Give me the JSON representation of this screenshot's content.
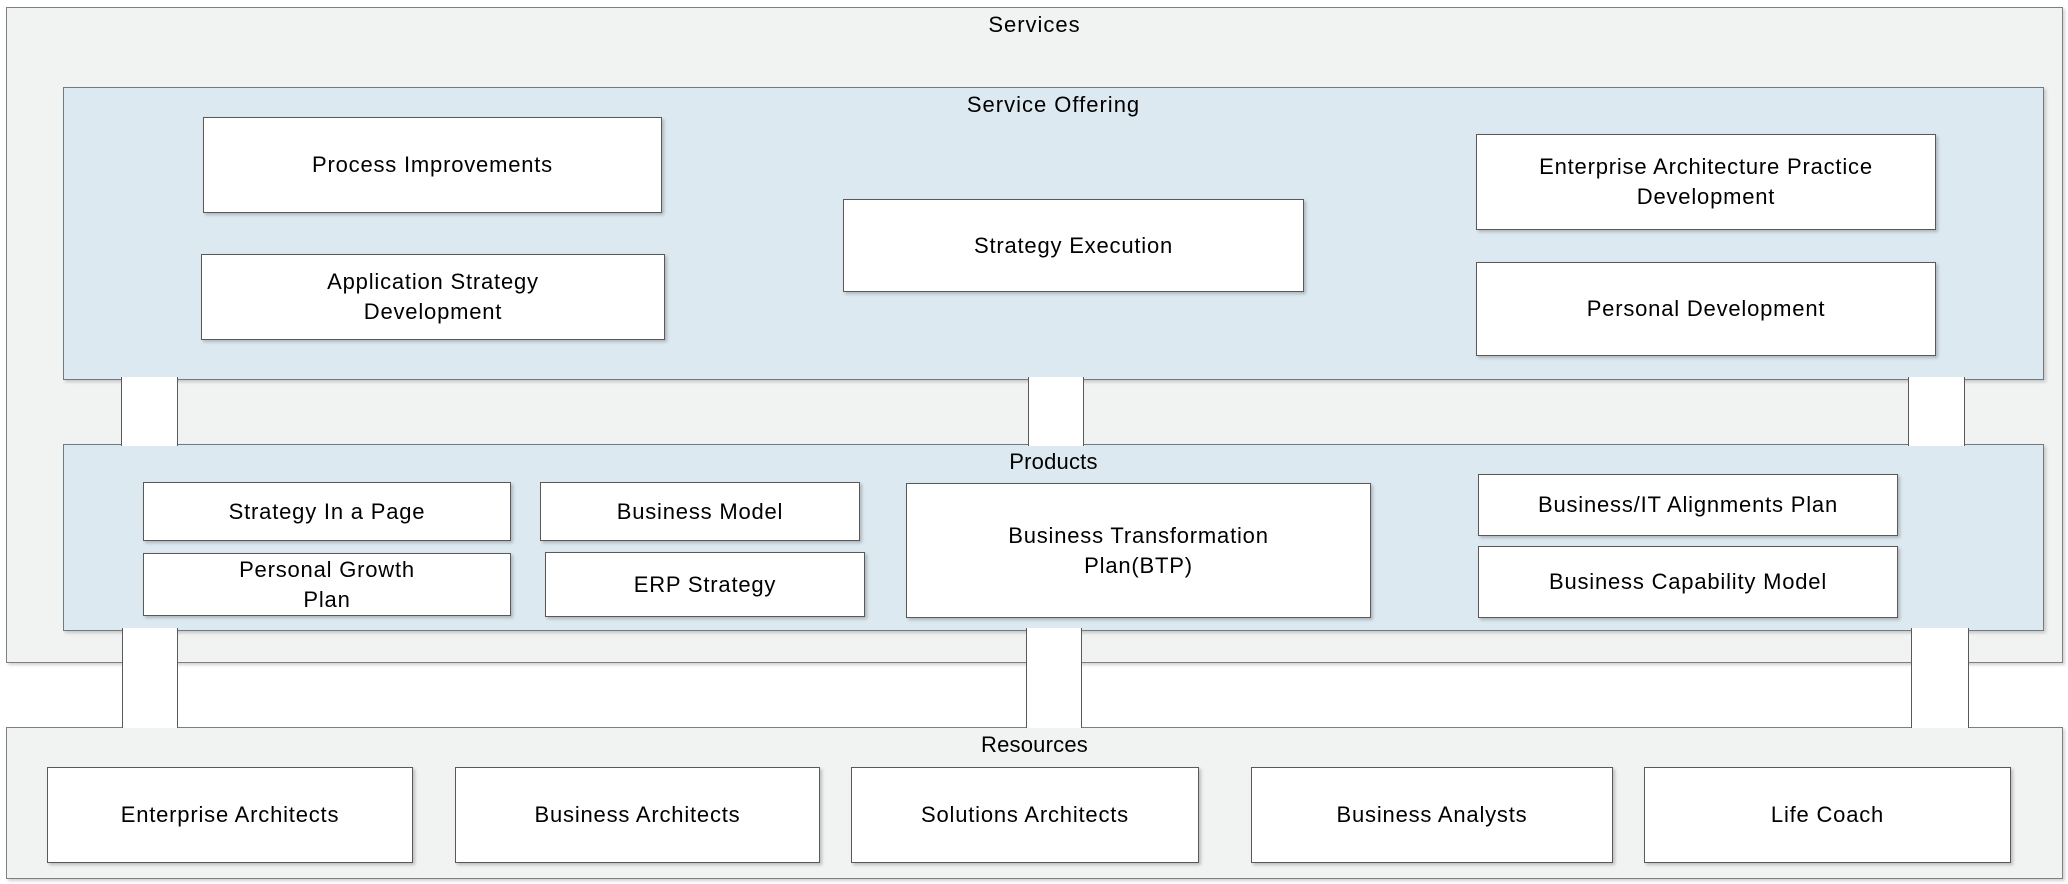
{
  "diagram": {
    "services": {
      "title": "Services"
    },
    "service_offering": {
      "title": "Service Offering",
      "items": [
        {
          "label": "Process Improvements"
        },
        {
          "label": "Application Strategy Development"
        },
        {
          "label": "Strategy Execution"
        },
        {
          "label": "Enterprise Architecture Practice Development"
        },
        {
          "label": "Personal Development"
        }
      ]
    },
    "products": {
      "title": "Products",
      "items": [
        {
          "label": "Strategy In a Page"
        },
        {
          "label": "Personal Growth Plan"
        },
        {
          "label": "Business Model"
        },
        {
          "label": "ERP Strategy"
        },
        {
          "label": "Business Transformation Plan(BTP)"
        },
        {
          "label": "Business/IT Alignments Plan"
        },
        {
          "label": "Business Capability Model"
        }
      ]
    },
    "resources": {
      "title": "Resources",
      "items": [
        {
          "label": "Enterprise Architects"
        },
        {
          "label": "Business Architects"
        },
        {
          "label": "Solutions Architects"
        },
        {
          "label": "Business Analysts"
        },
        {
          "label": "Life Coach"
        }
      ]
    },
    "colors": {
      "section_fill": "#f1f2f2",
      "offering_fill": "#dde9f0",
      "box_fill": "#ffffff",
      "section_border": "#7f7f7f",
      "box_border": "#595959",
      "text": "#000000"
    }
  }
}
